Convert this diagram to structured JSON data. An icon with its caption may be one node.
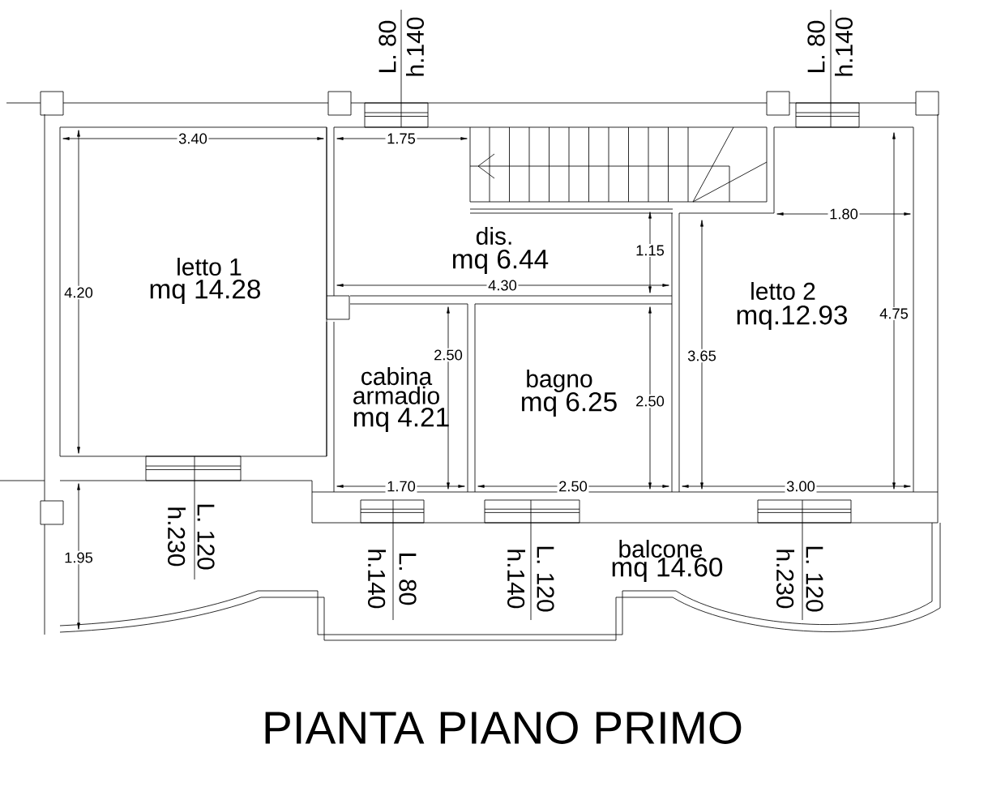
{
  "diagram": {
    "title": "PIANTA PIANO PRIMO",
    "labels": [
      "L. 80",
      "h.140",
      "L. 80",
      "h.140",
      "3.40",
      "1.75",
      "1.80",
      "dis.",
      "mq 6.44",
      "1.15",
      "letto 1",
      "mq 14.28",
      "4.20",
      "4.30",
      "letto 2",
      "mq.12.93",
      "4.75",
      "2.50",
      "3.65",
      "cabina armadio",
      "bagno",
      "mq 6.25",
      "2.50",
      "mq 4.21",
      "1.70",
      "2.50",
      "3.00",
      "L. 120",
      "h.230",
      "1.95",
      "L. 80",
      "h.140",
      "L. 120",
      "h.140",
      "balcone",
      "mq 14.60",
      "L. 120",
      "h.230"
    ]
  }
}
